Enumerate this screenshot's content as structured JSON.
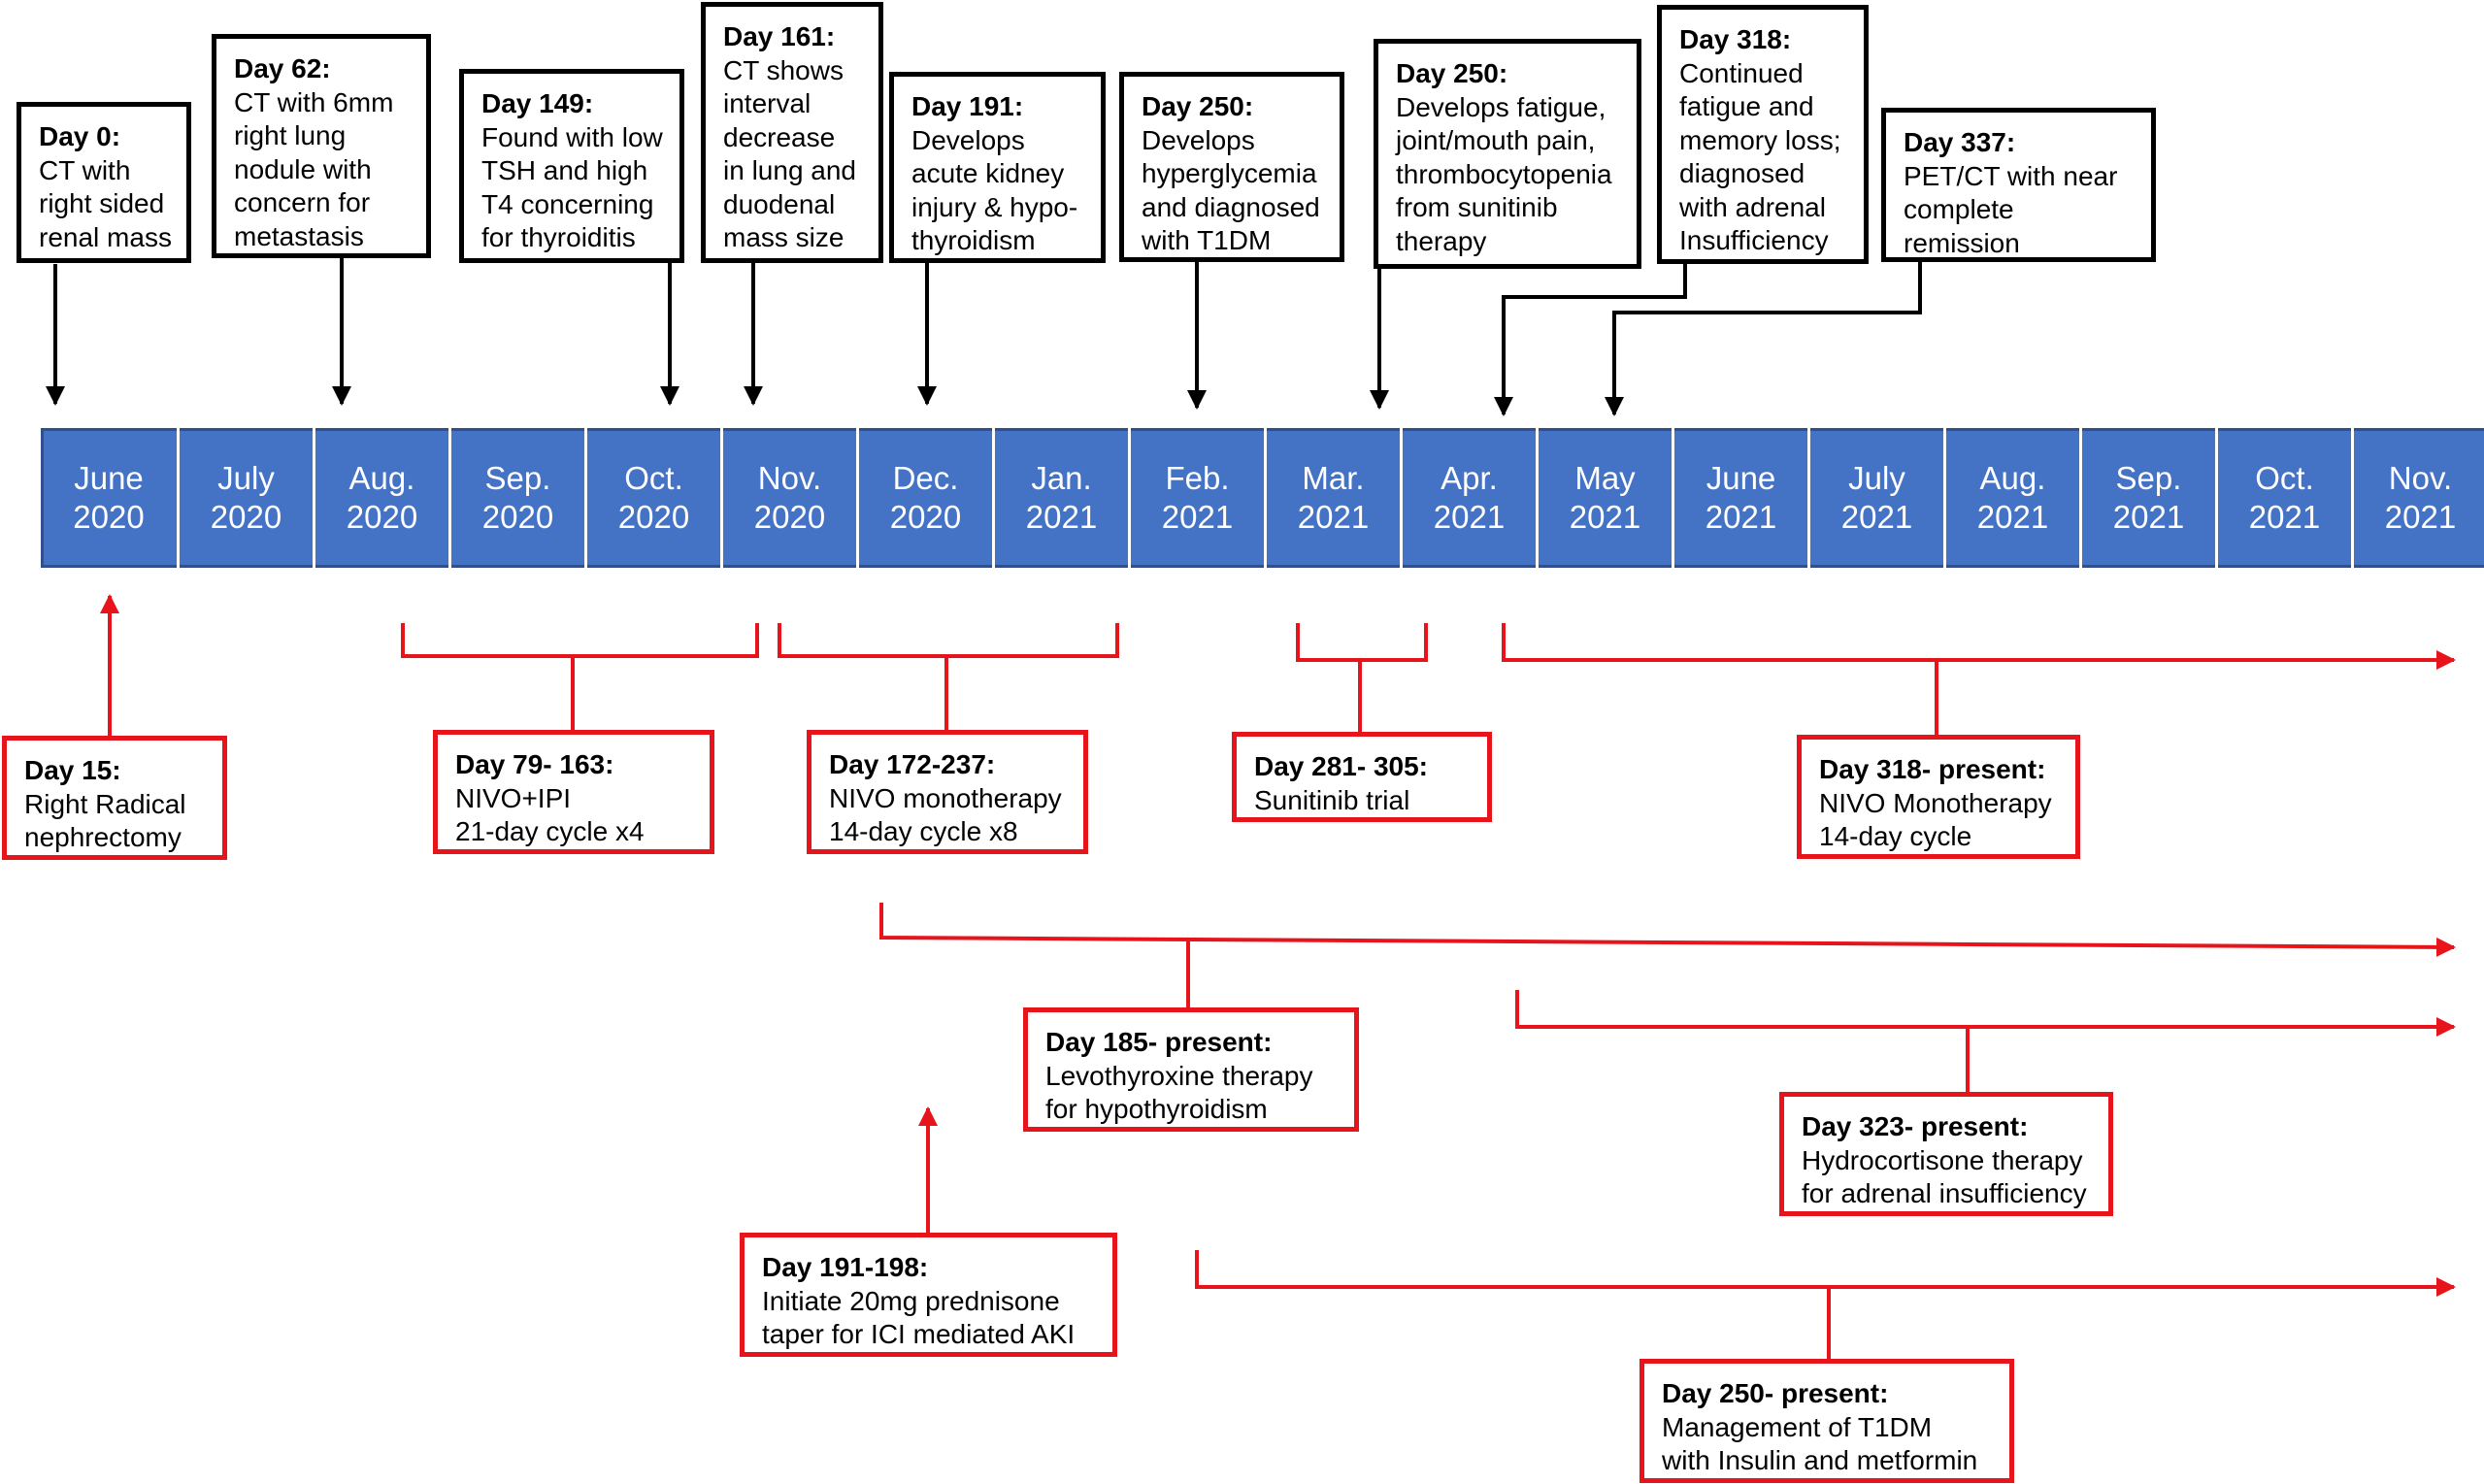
{
  "months": [
    {
      "m": "June",
      "y": "2020"
    },
    {
      "m": "July",
      "y": "2020"
    },
    {
      "m": "Aug.",
      "y": "2020"
    },
    {
      "m": "Sep.",
      "y": "2020"
    },
    {
      "m": "Oct.",
      "y": "2020"
    },
    {
      "m": "Nov.",
      "y": "2020"
    },
    {
      "m": "Dec.",
      "y": "2020"
    },
    {
      "m": "Jan.",
      "y": "2021"
    },
    {
      "m": "Feb.",
      "y": "2021"
    },
    {
      "m": "Mar.",
      "y": "2021"
    },
    {
      "m": "Apr.",
      "y": "2021"
    },
    {
      "m": "May",
      "y": "2021"
    },
    {
      "m": "June",
      "y": "2021"
    },
    {
      "m": "July",
      "y": "2021"
    },
    {
      "m": "Aug.",
      "y": "2021"
    },
    {
      "m": "Sep.",
      "y": "2021"
    },
    {
      "m": "Oct.",
      "y": "2021"
    },
    {
      "m": "Nov.",
      "y": "2021"
    }
  ],
  "events": [
    {
      "title": "Day 0:",
      "lines": [
        "CT with",
        "right sided",
        "renal mass"
      ]
    },
    {
      "title": "Day 62:",
      "lines": [
        "CT with 6mm",
        "right lung",
        "nodule with",
        "concern for",
        "metastasis"
      ]
    },
    {
      "title": "Day 149:",
      "lines": [
        "Found with low",
        "TSH and high",
        "T4 concerning",
        "for thyroiditis"
      ]
    },
    {
      "title": "Day 161:",
      "lines": [
        "CT shows",
        "interval",
        "decrease",
        "in lung and",
        "duodenal",
        "mass size"
      ]
    },
    {
      "title": "Day 191:",
      "lines": [
        "Develops",
        "acute kidney",
        "injury & hypo-",
        "thyroidism"
      ]
    },
    {
      "title": "Day 250:",
      "lines": [
        "Develops",
        "hyperglycemia",
        "and diagnosed",
        "with T1DM"
      ]
    },
    {
      "title": "Day 250:",
      "lines": [
        "Develops fatigue,",
        "joint/mouth pain,",
        "thrombocytopenia",
        "from sunitinib",
        "therapy"
      ]
    },
    {
      "title": "Day 318:",
      "lines": [
        "Continued",
        "fatigue and",
        "memory loss;",
        "diagnosed",
        "with adrenal",
        "Insufficiency"
      ]
    },
    {
      "title": "Day 337:",
      "lines": [
        "PET/CT with near",
        "complete",
        "remission"
      ]
    }
  ],
  "treatments": [
    {
      "title": "Day 15:",
      "lines": [
        "Right Radical",
        "nephrectomy"
      ]
    },
    {
      "title": "Day 79- 163:",
      "lines": [
        "NIVO+IPI",
        "21-day cycle x4"
      ]
    },
    {
      "title": "Day 172-237:",
      "lines": [
        "NIVO monotherapy",
        "14-day cycle x8"
      ]
    },
    {
      "title": "Day 281- 305:",
      "lines": [
        "Sunitinib trial"
      ]
    },
    {
      "title": "Day 318- present:",
      "lines": [
        "NIVO Monotherapy",
        "14-day cycle"
      ]
    },
    {
      "title": "Day 185- present:",
      "lines": [
        "Levothyroxine therapy",
        "for hypothyroidism"
      ]
    },
    {
      "title": "Day 323- present:",
      "lines": [
        "Hydrocortisone therapy",
        "for adrenal insufficiency"
      ]
    },
    {
      "title": "Day 191-198:",
      "lines": [
        "Initiate 20mg prednisone",
        "taper for ICI mediated AKI"
      ]
    },
    {
      "title": "Day 250- present:",
      "lines": [
        "Management of T1DM",
        "with Insulin and metformin"
      ]
    }
  ],
  "colors": {
    "bar": "#4472c4",
    "bar_text": "#ffffff",
    "event_border": "#000000",
    "treatment_border": "#e8141b"
  }
}
